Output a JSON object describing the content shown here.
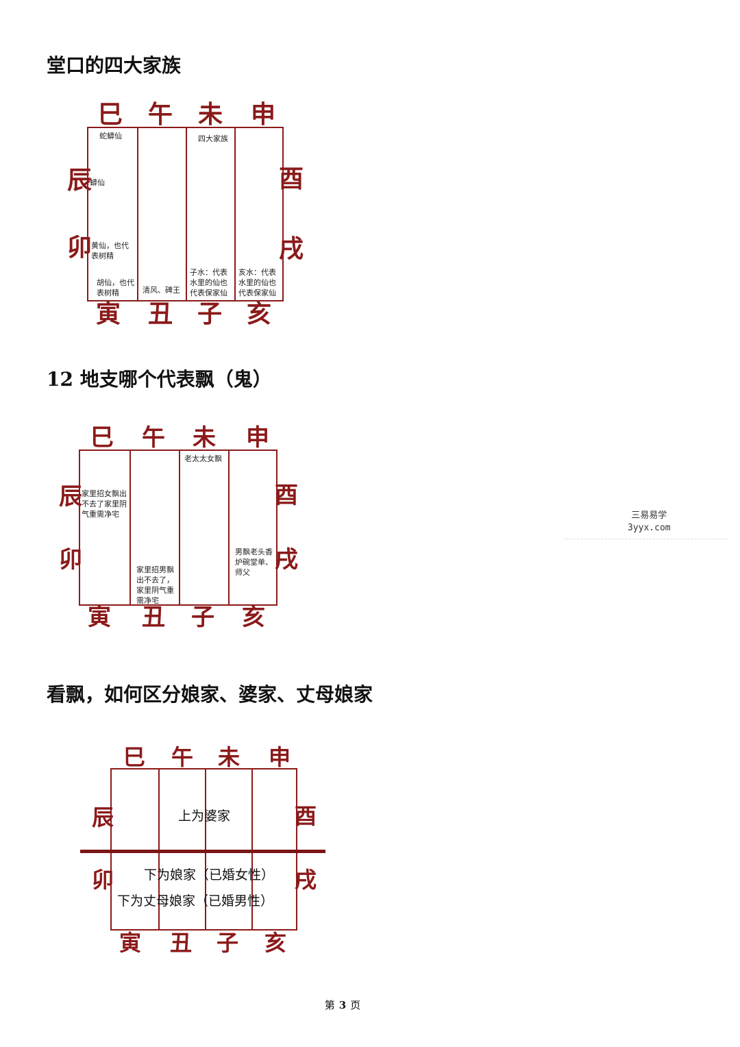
{
  "sections": [
    {
      "heading": "堂口的四大家族",
      "top_branches": [
        "巳",
        "午",
        "未",
        "申"
      ],
      "bottom_branches": [
        "寅",
        "丑",
        "子",
        "亥"
      ],
      "left_branches": [
        "辰",
        "卯"
      ],
      "right_branches": [
        "酉",
        "戌"
      ],
      "notes": {
        "snake": "蛇蟒仙",
        "python": "蟒仙",
        "weasel": "黄仙，也代表树精",
        "fox": "胡仙，也代表树精",
        "qingfeng": "清风、碑王",
        "four_families": "四大家族",
        "zi_water": "子水：代表水里的仙也代表保家仙",
        "hai_water": "亥水：代表水里的仙也代表保家仙"
      }
    },
    {
      "heading": "12 地支哪个代表飘（鬼）",
      "top_branches": [
        "巳",
        "午",
        "未",
        "申"
      ],
      "bottom_branches": [
        "寅",
        "丑",
        "子",
        "亥"
      ],
      "left_branches": [
        "辰",
        "卯"
      ],
      "right_branches": [
        "酉",
        "戌"
      ],
      "notes": {
        "female_ghost": "家里招女飘出不去了家里阴气重需净宅",
        "male_ghost": "家里招男飘出不去了，家里阴气重需净宅",
        "old_lady": "老太太女飘",
        "old_man": "男飘老头香炉碗堂单、师父"
      }
    },
    {
      "heading": "看飘，如何区分娘家、婆家、丈母娘家",
      "top_branches": [
        "巳",
        "午",
        "未",
        "申"
      ],
      "bottom_branches": [
        "寅",
        "丑",
        "子",
        "亥"
      ],
      "left_branches": [
        "辰",
        "卯"
      ],
      "right_branches": [
        "酉",
        "戌"
      ],
      "notes": {
        "upper": "上为婆家",
        "lower_1": "下为娘家（已婚女性）",
        "lower_2": "下为丈母娘家（已婚男性）"
      }
    }
  ],
  "watermark": {
    "line1": "三易易学",
    "line2": "3yyx.com"
  },
  "footer": {
    "prefix": "第",
    "page_number": "3",
    "suffix": "页"
  },
  "colors": {
    "grid": "#8b1a1a",
    "branch_text": "#8b1a1a"
  }
}
